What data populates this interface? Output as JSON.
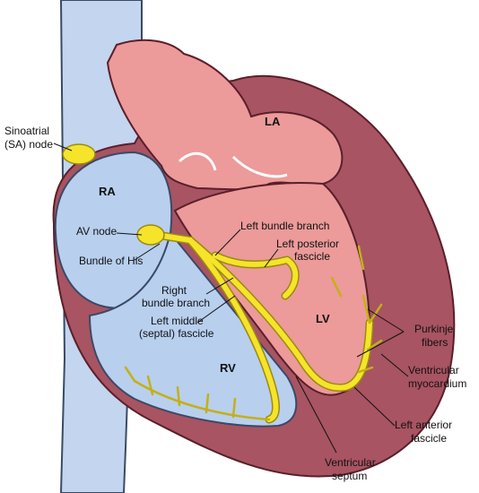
{
  "diagram": {
    "chambers": {
      "la": "LA",
      "ra": "RA",
      "lv": "LV",
      "rv": "RV"
    },
    "labels": {
      "sa_node_1": "Sinoatrial",
      "sa_node_2": "(SA) node",
      "av_node": "AV node",
      "bundle_his": "Bundle of His",
      "right_bb_1": "Right",
      "right_bb_2": "bundle branch",
      "left_middle_1": "Left middle",
      "left_middle_2": "(septal) fascicle",
      "left_bb": "Left bundle branch",
      "left_post_1": "Left posterior",
      "left_post_2": "fascicle",
      "purkinje_1": "Purkinje",
      "purkinje_2": "fibers",
      "vent_myo_1": "Ventricular",
      "vent_myo_2": "myocardium",
      "left_ant_1": "Left anterior",
      "left_ant_2": "fascicle",
      "vent_sept_1": "Ventricular",
      "vent_sept_2": "septum"
    },
    "colors": {
      "myocardium": "#a85462",
      "myocardium_dark": "#6e2a36",
      "left_side": "#ec9a9a",
      "right_side": "#b8cfee",
      "conduction": "#f5e42a",
      "conduction_stroke": "#9a8a10",
      "vein": "#c3d5ef"
    }
  }
}
